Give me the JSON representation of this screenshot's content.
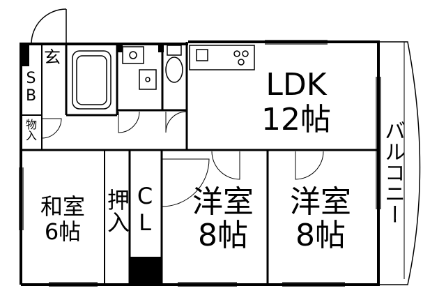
{
  "rooms": {
    "ldk": {
      "name": "LDK",
      "size": "12帖"
    },
    "washitsu": {
      "name": "和室",
      "size": "6帖"
    },
    "youshitsu_1": {
      "name": "洋室",
      "size": "8帖"
    },
    "youshitsu_2": {
      "name": "洋室",
      "size": "8帖"
    },
    "genkan": {
      "name": "玄"
    },
    "shoebox": {
      "name": "SB"
    },
    "monoire": {
      "name": "物入"
    },
    "oshiire": {
      "name": "押入"
    },
    "closet": {
      "name": "CL"
    },
    "balcony": {
      "name": "バルコニー"
    }
  }
}
